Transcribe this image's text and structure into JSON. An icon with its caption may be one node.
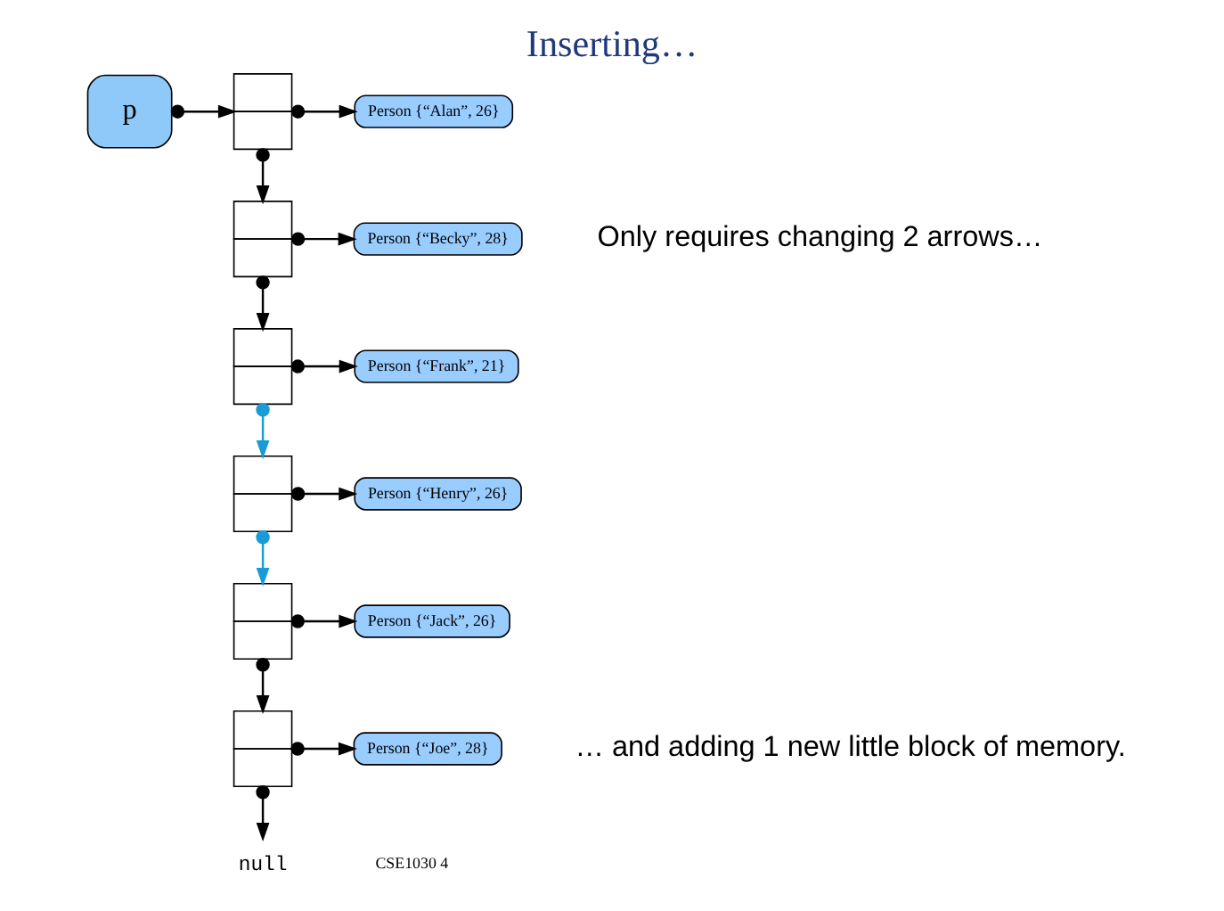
{
  "diagram": {
    "title": "Inserting…",
    "nodes": [
      {
        "text": [
          "p"
        ]
      },
      {
        "text": [],
        "shape": "box"
      },
      {
        "text": [
          "Person {“Alan”, 26}"
        ]
      },
      {
        "text": [],
        "shape": "box"
      },
      {
        "text": [
          "Person {“Becky”, 28}"
        ]
      },
      {
        "text": [],
        "shape": "box"
      },
      {
        "text": [
          "Person {“Frank”, 21}"
        ]
      },
      {
        "text": [],
        "shape": "box"
      },
      {
        "text": [
          "Person {“Henry”, 26}"
        ]
      },
      {
        "text": [],
        "shape": "box"
      },
      {
        "text": [
          "Person {“Jack”, 26}"
        ]
      },
      {
        "text": [],
        "shape": "box"
      },
      {
        "text": [
          "Person {“Joe”, 28}"
        ]
      },
      {
        "text": [
          "null"
        ]
      }
    ],
    "edges": [
      {
        "from": 0,
        "to": 1,
        "arrow": "to"
      },
      {
        "from": 1,
        "to": 2,
        "arrow": "to"
      },
      {
        "from": 1,
        "to": 3,
        "arrow": "to"
      },
      {
        "from": 3,
        "to": 4,
        "arrow": "to"
      },
      {
        "from": 3,
        "to": 5,
        "arrow": "to"
      },
      {
        "from": 5,
        "to": 6,
        "arrow": "to"
      },
      {
        "from": 5,
        "to": 7,
        "arrow": "to",
        "color": "#1a9bd7"
      },
      {
        "from": 7,
        "to": 8,
        "arrow": "to"
      },
      {
        "from": 7,
        "to": 9,
        "arrow": "to",
        "color": "#1a9bd7"
      },
      {
        "from": 9,
        "to": 10,
        "arrow": "to"
      },
      {
        "from": 9,
        "to": 11,
        "arrow": "to"
      },
      {
        "from": 11,
        "to": 12,
        "arrow": "to"
      },
      {
        "from": 11,
        "to": 13,
        "arrow": "to"
      }
    ],
    "labels": [
      "Only requires changing 2 arrows…",
      "… and adding 1 new little block of memory.",
      "CSE1030 4"
    ]
  }
}
